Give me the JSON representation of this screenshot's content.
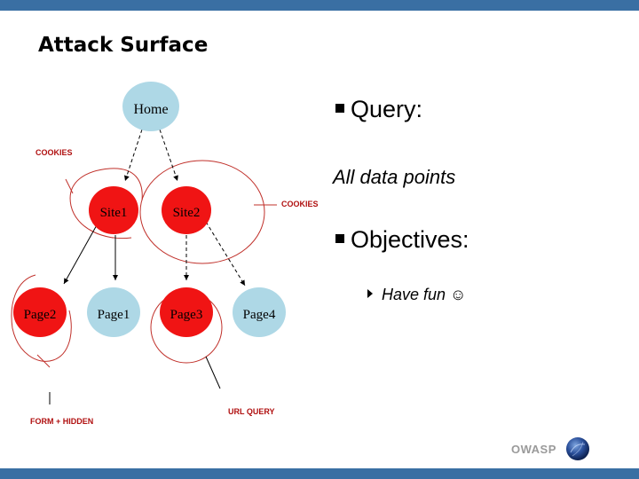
{
  "slide": {
    "title": "Attack Surface",
    "bullet1": "Query:",
    "bullet1_sub": "All data points",
    "bullet2": "Objectives:",
    "bullet2_sub": "Have fun ☺",
    "footer_brand": "OWASP",
    "footer_icon": "globe-logo-icon"
  },
  "diagram": {
    "nodes": {
      "home": "Home",
      "site1": "Site1",
      "site2": "Site2",
      "page2": "Page2",
      "page1": "Page1",
      "page3": "Page3",
      "page4": "Page4"
    },
    "labels": {
      "cookies_left": "COOKIES",
      "cookies_right": "COOKIES",
      "form_hidden": "FORM + HIDDEN",
      "url_query": "URL QUERY"
    }
  },
  "colors": {
    "bar": "#3a6fa3",
    "node_red": "#f01414",
    "node_blue": "#aed8e6",
    "outline": "#c0302a",
    "label_red": "#b01010"
  }
}
